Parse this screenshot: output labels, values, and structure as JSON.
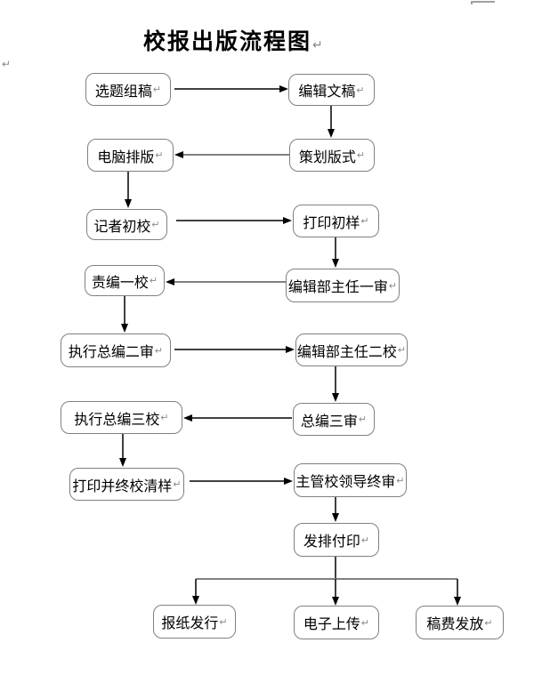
{
  "page": {
    "title": "校报出版流程图",
    "paragraph_mark": "↵"
  },
  "flowchart": {
    "nodes": [
      {
        "label": "选题组稿"
      },
      {
        "label": "编辑文稿"
      },
      {
        "label": "电脑排版"
      },
      {
        "label": "策划版式"
      },
      {
        "label": "记者初校"
      },
      {
        "label": "打印初样"
      },
      {
        "label": "责编一校"
      },
      {
        "label": "编辑部主任一审"
      },
      {
        "label": "执行总编二审"
      },
      {
        "label": "编辑部主任二校"
      },
      {
        "label": "执行总编三校"
      },
      {
        "label": "总编三审"
      },
      {
        "label": "打印并终校清样"
      },
      {
        "label": "主管校领导终审"
      },
      {
        "label": "发排付印"
      },
      {
        "label": "报纸发行"
      },
      {
        "label": "电子上传"
      },
      {
        "label": "稿费发放"
      }
    ],
    "edges": [
      {
        "from": "选题组稿",
        "to": "编辑文稿"
      },
      {
        "from": "编辑文稿",
        "to": "策划版式"
      },
      {
        "from": "策划版式",
        "to": "电脑排版"
      },
      {
        "from": "电脑排版",
        "to": "记者初校"
      },
      {
        "from": "记者初校",
        "to": "打印初样"
      },
      {
        "from": "打印初样",
        "to": "编辑部主任一审"
      },
      {
        "from": "编辑部主任一审",
        "to": "责编一校"
      },
      {
        "from": "责编一校",
        "to": "执行总编二审"
      },
      {
        "from": "执行总编二审",
        "to": "编辑部主任二校"
      },
      {
        "from": "编辑部主任二校",
        "to": "总编三审"
      },
      {
        "from": "总编三审",
        "to": "执行总编三校"
      },
      {
        "from": "执行总编三校",
        "to": "打印并终校清样"
      },
      {
        "from": "打印并终校清样",
        "to": "主管校领导终审"
      },
      {
        "from": "主管校领导终审",
        "to": "发排付印"
      },
      {
        "from": "发排付印",
        "to": "报纸发行"
      },
      {
        "from": "发排付印",
        "to": "电子上传"
      },
      {
        "from": "发排付印",
        "to": "稿费发放"
      }
    ]
  },
  "colors": {
    "box_border": "#808080",
    "connector_black": "#000000",
    "connector_gray": "#808080",
    "text": "#000000",
    "paragraph_mark": "#8a8a8a"
  }
}
